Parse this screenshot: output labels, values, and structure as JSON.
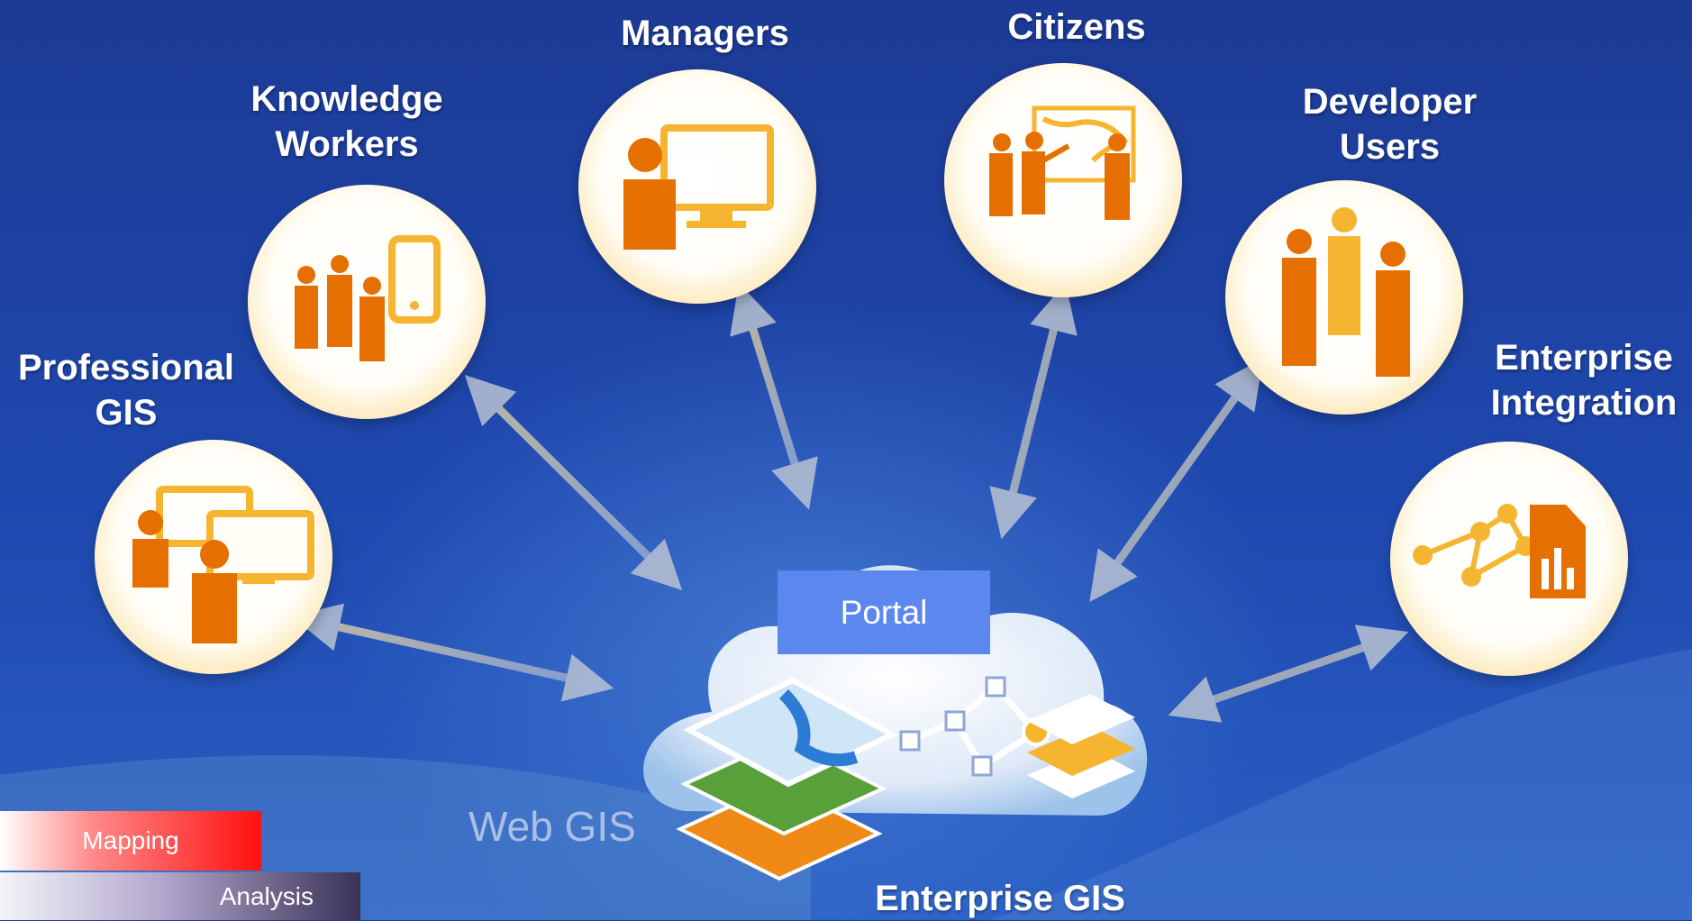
{
  "nodes": {
    "professional_gis": {
      "line1": "Professional",
      "line2": "GIS"
    },
    "knowledge_workers": {
      "line1": "Knowledge",
      "line2": "Workers"
    },
    "managers": {
      "label": "Managers"
    },
    "citizens": {
      "label": "Citizens"
    },
    "developer_users": {
      "line1": "Developer",
      "line2": "Users"
    },
    "enterprise_integration": {
      "line1": "Enterprise",
      "line2": "Integration"
    }
  },
  "center": {
    "portal_label": "Portal",
    "caption": "Enterprise GIS",
    "watermark": "Web GIS"
  },
  "legend_bars": {
    "mapping": "Mapping",
    "analysis": "Analysis"
  },
  "colors": {
    "icon_orange": "#e56f00",
    "icon_yellow": "#f6b531",
    "portal_blue": "#5b87ef",
    "arrow": "#b8c4d6"
  }
}
